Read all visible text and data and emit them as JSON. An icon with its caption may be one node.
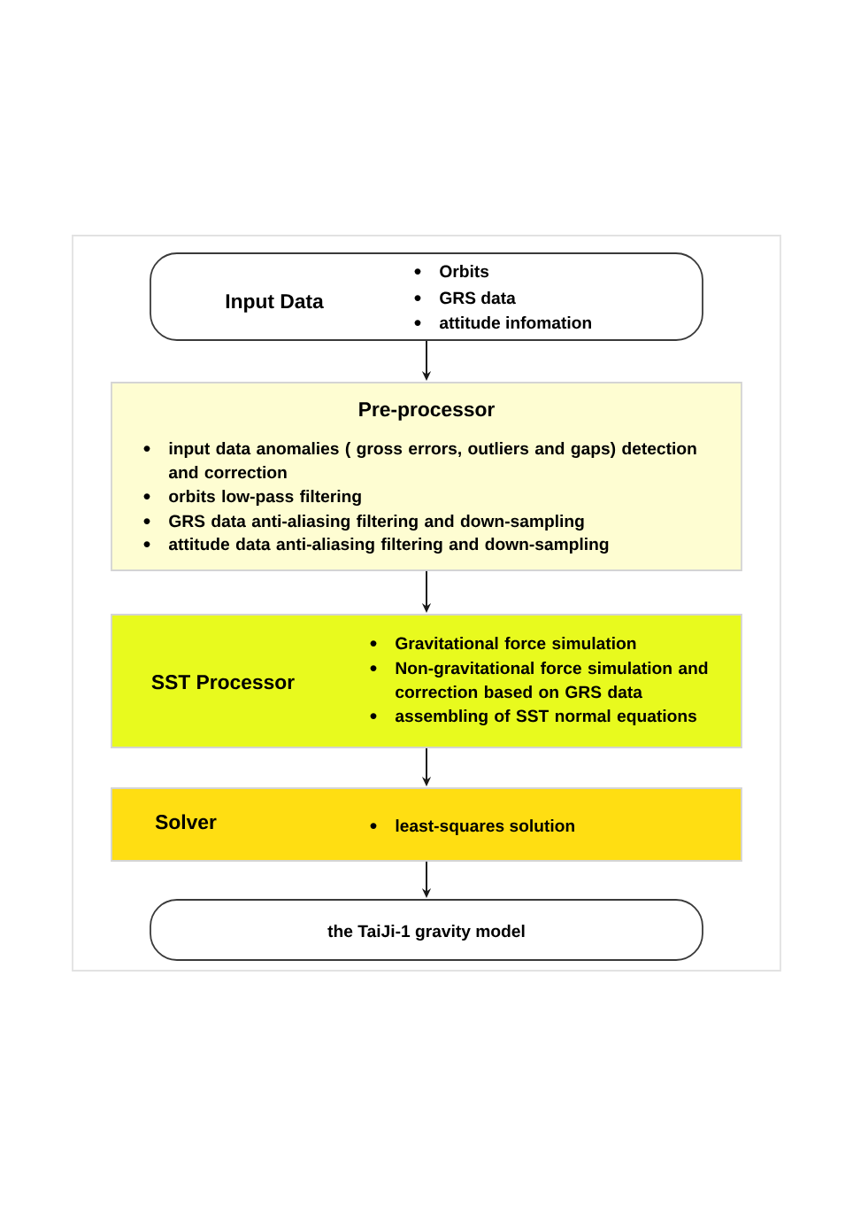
{
  "diagram": {
    "nodes": [
      {
        "text": [
          "Input Data",
          "Orbits",
          "GRS data",
          "attitude infomation"
        ]
      },
      {
        "text": [
          "Pre-processor",
          "input data anomalies ( gross errors, outliers and gaps) detection and correction",
          "orbits low-pass filtering",
          "GRS data anti-aliasing filtering and down-sampling",
          "attitude data anti-aliasing filtering and down-sampling"
        ]
      },
      {
        "text": [
          "SST Processor",
          "Gravitational force simulation",
          "Non-gravitational force simulation and correction based on GRS data",
          "assembling of SST normal equations"
        ]
      },
      {
        "text": [
          "Solver",
          "least-squares solution"
        ]
      },
      {
        "text": [
          "the TaiJi-1 gravity model"
        ]
      }
    ],
    "edges": [
      {
        "from": 0,
        "to": 1,
        "arrow": "to"
      },
      {
        "from": 1,
        "to": 2,
        "arrow": "to"
      },
      {
        "from": 2,
        "to": 3,
        "arrow": "to"
      },
      {
        "from": 3,
        "to": 4,
        "arrow": "to"
      }
    ]
  }
}
